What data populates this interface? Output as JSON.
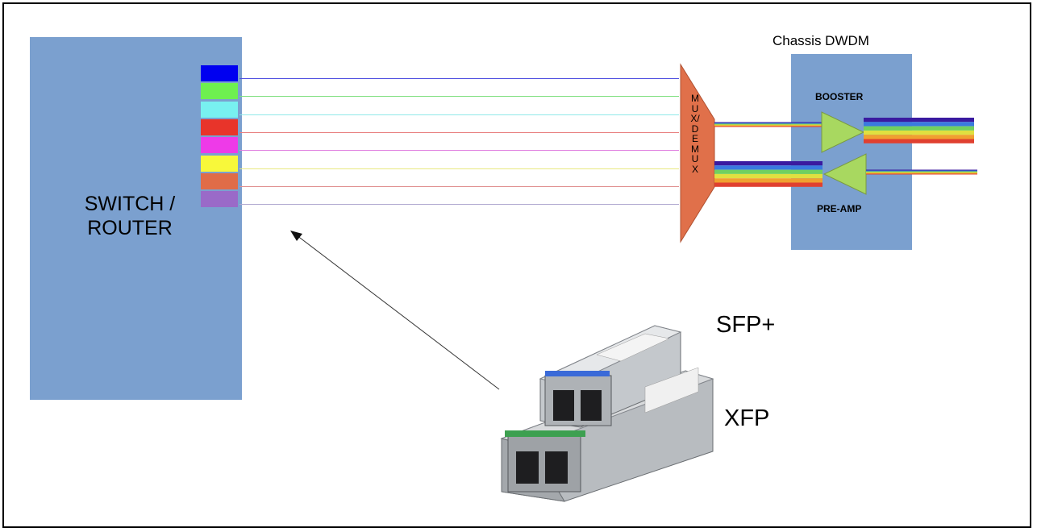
{
  "switch": {
    "label": "SWITCH /\nROUTER",
    "ports": [
      {
        "color": "#0000f0"
      },
      {
        "color": "#6ef050"
      },
      {
        "color": "#78f0f0"
      },
      {
        "color": "#e8342a"
      },
      {
        "color": "#ee3ae8"
      },
      {
        "color": "#f8f83a"
      },
      {
        "color": "#e06c48"
      },
      {
        "color": "#9a6ac8"
      }
    ],
    "line_colors": [
      "#5050e0",
      "#80e080",
      "#8fe8e8",
      "#e88080",
      "#e080e0",
      "#e8e880",
      "#e09090",
      "#b0a8d0"
    ]
  },
  "mux": {
    "label": "MUX/DEMUX",
    "color": "#e0704a"
  },
  "chassis": {
    "title": "Chassis DWDM",
    "booster_label": "BOOSTER",
    "preamp_label": "PRE-AMP",
    "amp_color": "#a8d860",
    "bundle_colors": [
      "#3a1aa0",
      "#3a7ae0",
      "#70d060",
      "#e0e040",
      "#f0a030",
      "#e04030"
    ]
  },
  "modules": {
    "sfp_label": "SFP+",
    "xfp_label": "XFP"
  }
}
